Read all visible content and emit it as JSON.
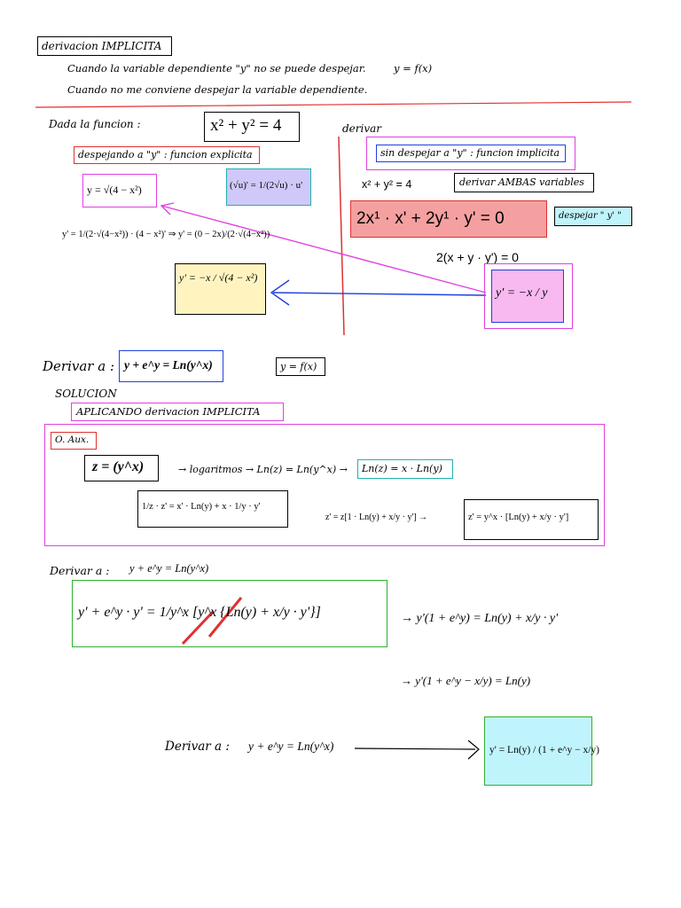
{
  "header": {
    "title_box": "derivacion IMPLICITA",
    "line1": "Cuando la variable dependiente \"y\" no se puede despejar.",
    "line1_formula": "y = f(x)",
    "line2": "Cuando no me conviene despejar la variable dependiente."
  },
  "section1": {
    "dada_label": "Dada la funcion :",
    "main_equation": "x² + y² = 4",
    "derivar_label": "derivar",
    "explicit_box": "despejando a \"y\" : funcion explicita",
    "implicit_box": "sin despejar a \"y\" : funcion implicita",
    "y_sqrt": "y = √(4 − x²)",
    "rule_box": "(√u)' = 1/(2√u) · u'",
    "y_prime_line": "y' = 1/(2·√(4−x²)) · (4 − x²)' ⇒ y' = (0 − 2x)/(2·√(4−x²))",
    "result_explicit": "y' = −x / √(4 − x²)",
    "implicit_eq": "x² + y² = 4",
    "derivar_ambas": "derivar AMBAS variables",
    "derivative_big": "2x¹ · x' + 2y¹ · y' = 0",
    "despejar_box": "despejar \" y' \"",
    "factored": "2(x + y · y') = 0",
    "result_implicit": "y' = −x / y"
  },
  "section2": {
    "derivar_label": "Derivar a :",
    "equation": "y + e^y = Ln(y^x)",
    "yfx": "y = f(x)",
    "solucion": "SOLUCION",
    "aplicando": "APLICANDO derivacion IMPLICITA",
    "aux_label": "O. Aux.",
    "z_def": "z = (y^x)",
    "log_step": "→ logaritmos → Ln(z) = Ln(y^x) →",
    "log_result": "Ln(z) = x · Ln(y)",
    "deriv_z": "1/z · z' = x' · Ln(y) + x · 1/y · y'",
    "z_prime": "z' = z[1 · Ln(y) + x/y · y'] →",
    "z_prime_result": "z' = y^x · [Ln(y) + x/y · y']"
  },
  "section3": {
    "derivar_label": "Derivar a :",
    "equation": "y + e^y = Ln(y^x)",
    "big_eq": "y' + e^y · y' = 1/y^x [y^x {Ln(y) + x/y · y'}]",
    "step1": "→ y'(1 + e^y) = Ln(y) + x/y · y'",
    "step2": "→ y'(1 + e^y − x/y) = Ln(y)",
    "final_label": "Derivar a :",
    "final_eq": "y + e^y = Ln(y^x)",
    "final_result": "y' = Ln(y) / (1 + e^y − x/y)"
  },
  "colors": {
    "red": "#e03030",
    "magenta": "#e040e0",
    "blue": "#2040e0",
    "green": "#30b030",
    "cyan": "#20b0b0",
    "yellow_fill": "#fff4c0",
    "pink_fill": "#f8b8f0",
    "red_fill": "#f5a0a0",
    "lavender_fill": "#d0c8f8",
    "cyan_fill": "#c0f4fc"
  }
}
